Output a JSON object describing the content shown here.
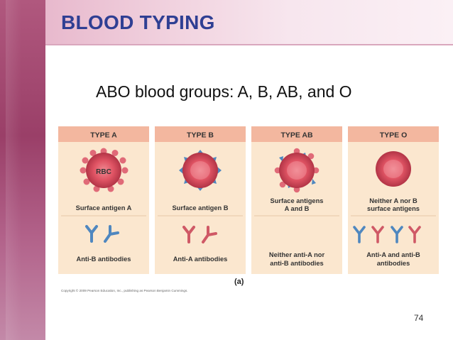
{
  "slide": {
    "title": "BLOOD TYPING",
    "subtitle": "ABO blood groups: A, B, AB, and O",
    "figure_label": "(a)",
    "copyright": "Copyright © 2009 Pearson Education, Inc., publishing as Pearson Benjamin Cummings.",
    "slide_number": "74"
  },
  "panels": [
    {
      "header": "TYPE A",
      "cell_label": "RBC",
      "antigen_text": "Surface antigen A",
      "antibody_text": "Anti-B antibodies"
    },
    {
      "header": "TYPE B",
      "antigen_text": "Surface antigen B",
      "antibody_text": "Anti-A antibodies"
    },
    {
      "header": "TYPE AB",
      "antigen_line1": "Surface antigens",
      "antigen_line2": "A and B",
      "antibody_line1": "Neither anti-A nor",
      "antibody_line2": "anti-B antibodies"
    },
    {
      "header": "TYPE O",
      "antigen_line1": "Neither A nor B",
      "antigen_line2": "surface antigens",
      "antibody_line1": "Anti-A and anti-B",
      "antibody_line2": "antibodies"
    }
  ],
  "colors": {
    "title": "#2f3f93",
    "panel_header_bg": "#f3b79f",
    "panel_body_bg": "#fbe7cf",
    "rbc": "#d94c5d",
    "antigen_a": "#e06a78",
    "antigen_b": "#4f87bf",
    "anti_a_antibody": "#cf5966",
    "anti_b_antibody": "#4f87bf"
  }
}
